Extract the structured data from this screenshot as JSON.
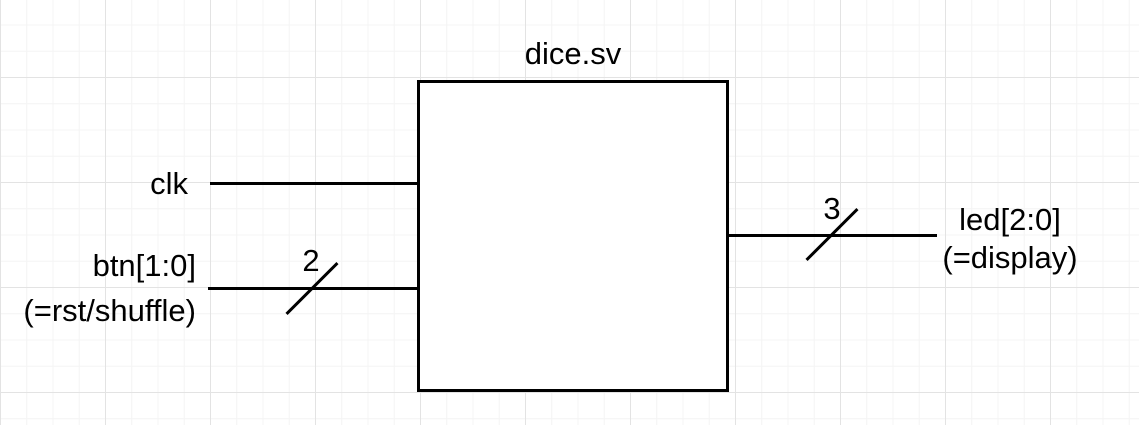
{
  "diagram": {
    "title": "dice.sv",
    "inputs": [
      {
        "name": "clk",
        "label": "clk",
        "alias": "",
        "bus_width": ""
      },
      {
        "name": "btn",
        "label": "btn[1:0]",
        "alias": "(=rst/shuffle)",
        "bus_width": "2"
      }
    ],
    "outputs": [
      {
        "name": "led",
        "label": "led[2:0]",
        "alias": "(=display)",
        "bus_width": "3"
      }
    ],
    "colors": {
      "line": "#000000",
      "background": "#ffffff",
      "grid_minor": "#f4f4f4",
      "grid_major": "#e3e3e3"
    }
  }
}
